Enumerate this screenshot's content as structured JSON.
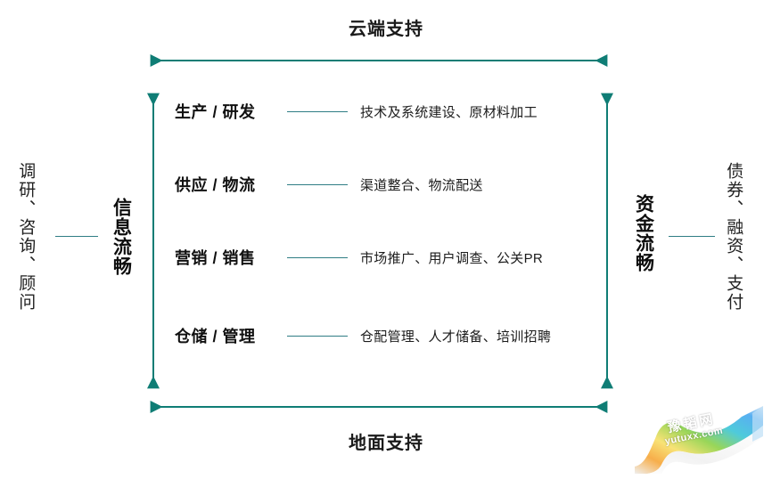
{
  "frame": {
    "top_label": "云端支持",
    "bottom_label": "地面支持",
    "arrow_color": "#0f7d75",
    "dash_color": "#2f7d84"
  },
  "left": {
    "outer_label": "调研、咨询、顾问",
    "inner_label": "信息流畅"
  },
  "right": {
    "inner_label": "资金流畅",
    "outer_label": "债券、融资、支付"
  },
  "rows": [
    {
      "title": "生产 / 研发",
      "desc": "技术及系统建设、原材料加工"
    },
    {
      "title": "供应 / 物流",
      "desc": "渠道整合、物流配送"
    },
    {
      "title": "营销 / 销售",
      "desc": "市场推广、用户调查、公关PR"
    },
    {
      "title": "仓储 / 管理",
      "desc": "仓配管理、人才储备、培训招聘"
    }
  ],
  "watermark": {
    "cn": "豫韬网",
    "url": "yutuxx.com"
  }
}
